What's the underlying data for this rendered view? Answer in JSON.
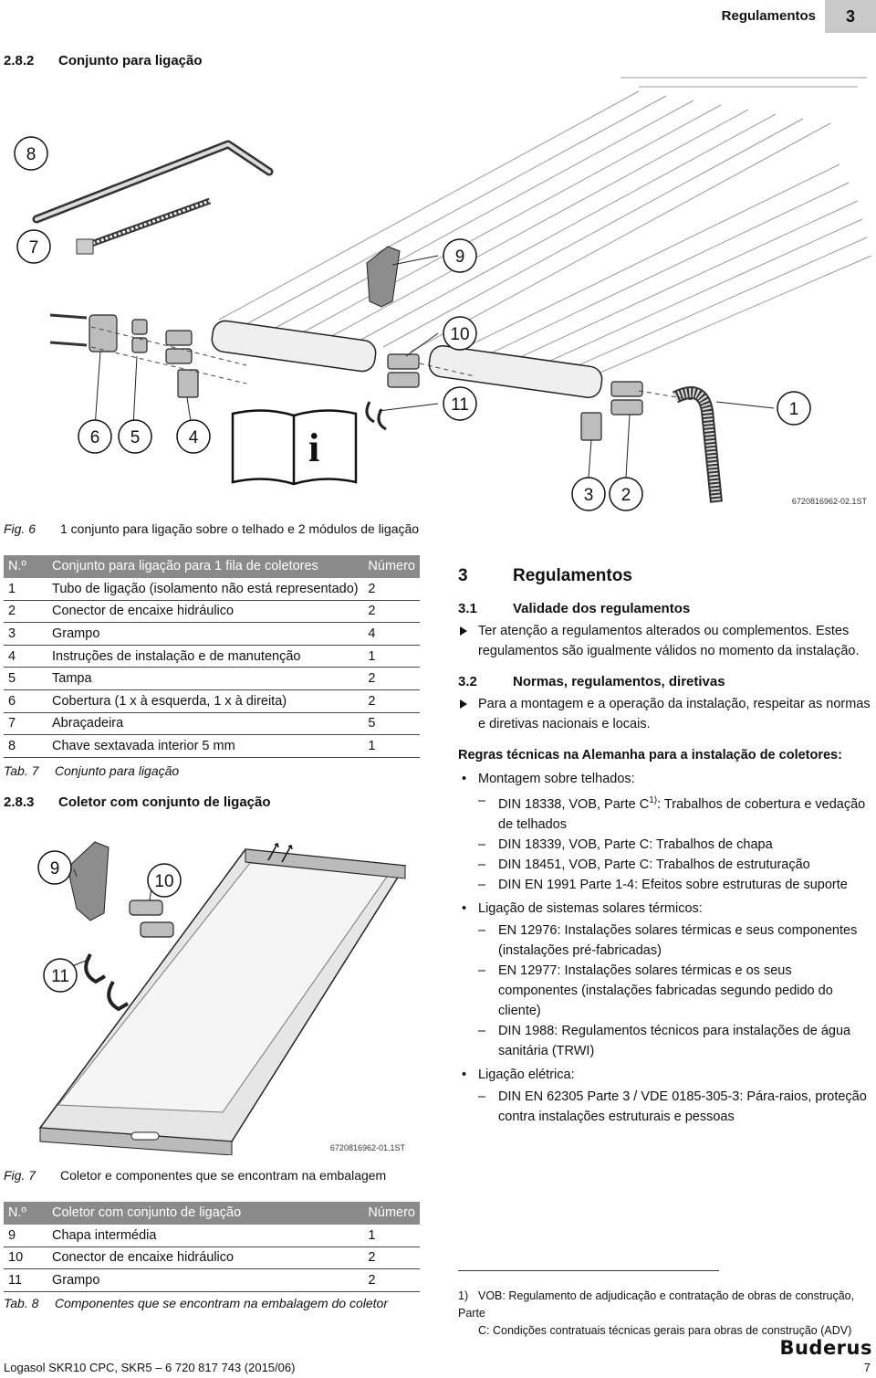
{
  "header": {
    "title": "Regulamentos",
    "chapter": "3"
  },
  "section_2_8_2": {
    "num": "2.8.2",
    "title": "Conjunto para ligação"
  },
  "fig6": {
    "callouts": [
      "8",
      "7",
      "9",
      "10",
      "11",
      "1",
      "6",
      "5",
      "4",
      "3",
      "2"
    ],
    "code": "6720816962-02.1ST",
    "label": "Fig. 6",
    "caption": "1 conjunto para ligação sobre o telhado e 2 módulos de ligação"
  },
  "tab7": {
    "headers": [
      "N.º",
      "Conjunto para ligação para 1 fila de coletores",
      "Número"
    ],
    "rows": [
      [
        "1",
        "Tubo de ligação (isolamento não está representado)",
        "2"
      ],
      [
        "2",
        "Conector de encaixe hidráulico",
        "2"
      ],
      [
        "3",
        "Grampo",
        "4"
      ],
      [
        "4",
        "Instruções de instalação e de manutenção",
        "1"
      ],
      [
        "5",
        "Tampa",
        "2"
      ],
      [
        "6",
        "Cobertura (1 x à esquerda, 1 x à direita)",
        "2"
      ],
      [
        "7",
        "Abraçadeira",
        "5"
      ],
      [
        "8",
        "Chave sextavada interior 5 mm",
        "1"
      ]
    ],
    "label": "Tab. 7",
    "caption": "Conjunto para ligação"
  },
  "section_2_8_3": {
    "num": "2.8.3",
    "title": "Coletor com conjunto de ligação"
  },
  "fig7": {
    "callouts": [
      "9",
      "10",
      "11"
    ],
    "code": "6720816962-01.1ST",
    "label": "Fig. 7",
    "caption": "Coletor e componentes que se encontram na embalagem"
  },
  "tab8": {
    "headers": [
      "N.º",
      "Coletor com conjunto de ligação",
      "Número"
    ],
    "rows": [
      [
        "9",
        "Chapa intermédia",
        "1"
      ],
      [
        "10",
        "Conector de encaixe hidráulico",
        "2"
      ],
      [
        "11",
        "Grampo",
        "2"
      ]
    ],
    "label": "Tab. 8",
    "caption": "Componentes que se encontram na embalagem do coletor"
  },
  "chapter3": {
    "num": "3",
    "title": "Regulamentos",
    "s31": {
      "num": "3.1",
      "title": "Validade dos regulamentos",
      "step": "Ter atenção a regulamentos alterados ou complementos. Estes regulamentos são igualmente válidos no momento da instalação."
    },
    "s32": {
      "num": "3.2",
      "title": "Normas, regulamentos, diretivas",
      "step": "Para a montagem e a operação da instalação, respeitar as normas e diretivas nacionais e locais."
    },
    "rules_title": "Regras técnicas na Alemanha para a instalação de coletores:",
    "b1": "Montagem sobre telhados:",
    "b1_items": {
      "a_pre": "DIN 18338, VOB, Parte C",
      "a_sup": "1)",
      "a_post": ": Trabalhos de cobertura e vedação de telhados",
      "b": "DIN 18339, VOB, Parte C: Trabalhos de chapa",
      "c": "DIN 18451, VOB, Parte C: Trabalhos de estruturação",
      "d": "DIN EN 1991 Parte 1-4: Efeitos sobre estruturas de suporte"
    },
    "b2": "Ligação de sistemas solares térmicos:",
    "b2_items": [
      "EN 12976: Instalações solares térmicas e seus componentes (instalações pré-fabricadas)",
      "EN 12977: Instalações solares térmicas e os seus componentes (instalações fabricadas segundo pedido do cliente)",
      "DIN 1988: Regulamentos técnicos para instalações de água sanitária (TRWI)"
    ],
    "b3": "Ligação elétrica:",
    "b3_items": [
      "DIN EN 62305 Parte 3 / VDE 0185-305-3: Pára-raios, proteção contra instalações estruturais e pessoas"
    ]
  },
  "footnote": {
    "mark": "1)",
    "line1": "VOB: Regulamento de adjudicação e contratação de obras de construção, Parte",
    "line2": "C: Condições contratuais técnicas gerais para obras de construção (ADV)"
  },
  "footer": {
    "left": "Logasol SKR10 CPC, SKR5 – 6 720 817 743 (2015/06)",
    "page": "7",
    "logo": "Buderus"
  }
}
